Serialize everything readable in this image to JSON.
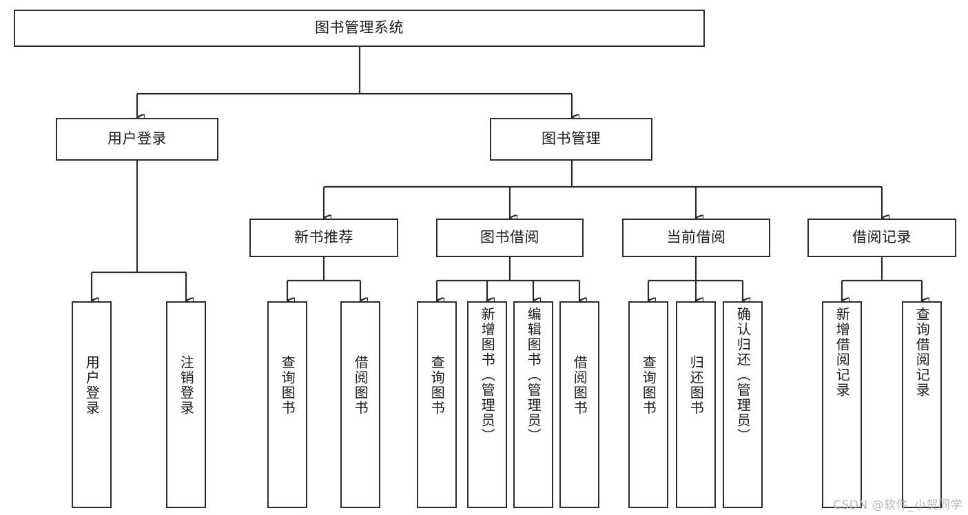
{
  "diagram": {
    "title_node": {
      "label": "图书管理系统"
    },
    "level2": [
      {
        "id": "user-login",
        "label": "用户登录"
      },
      {
        "id": "book-management",
        "label": "图书管理"
      }
    ],
    "level3": [
      {
        "id": "new-book-recommend",
        "label": "新书推荐"
      },
      {
        "id": "book-borrow",
        "label": "图书借阅"
      },
      {
        "id": "current-borrow",
        "label": "当前借阅"
      },
      {
        "id": "borrow-record",
        "label": "借阅记录"
      }
    ],
    "leaves": [
      {
        "id": "leaf-user-login",
        "label": "用户登录"
      },
      {
        "id": "leaf-logout",
        "label": "注销登录"
      },
      {
        "id": "leaf-query-book-1",
        "label": "查询图书"
      },
      {
        "id": "leaf-borrow-book-1",
        "label": "借阅图书"
      },
      {
        "id": "leaf-query-book-2",
        "label": "查询图书"
      },
      {
        "id": "leaf-add-book",
        "label": "新增图书（管理员）"
      },
      {
        "id": "leaf-edit-book",
        "label": "编辑图书（管理员）"
      },
      {
        "id": "leaf-borrow-book-2",
        "label": "借阅图书"
      },
      {
        "id": "leaf-query-book-3",
        "label": "查询图书"
      },
      {
        "id": "leaf-return-book",
        "label": "归还图书"
      },
      {
        "id": "leaf-confirm-return",
        "label": "确认归还（管理员）"
      },
      {
        "id": "leaf-add-record",
        "label": "新增借阅记录"
      },
      {
        "id": "leaf-query-record",
        "label": "查询借阅记录"
      }
    ],
    "watermark": "CSDN @软件_小贺同学",
    "colors": {
      "stroke": "#2b2b2b",
      "background": "#ffffff",
      "text": "#1b1b1b",
      "watermark": "#b8b8b8"
    }
  }
}
